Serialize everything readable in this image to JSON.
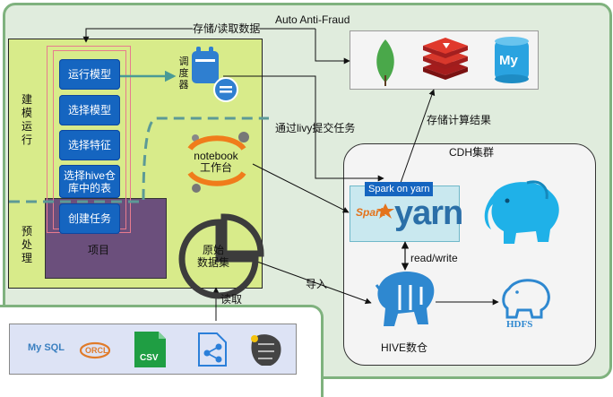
{
  "left_panel": {
    "label_top": [
      "建",
      "模",
      "运",
      "行"
    ],
    "label_bottom": [
      "预",
      "处",
      "理"
    ],
    "steps": [
      "运行模型",
      "选择模型",
      "选择特征",
      "选择hive仓库中的表",
      "创建任务"
    ],
    "project_label": "项目"
  },
  "scheduler": {
    "label_lines": [
      "调",
      "度",
      "器"
    ]
  },
  "notebook": {
    "label_line1": "notebook",
    "label_line2": "工作台"
  },
  "raw_data": {
    "label_line1": "原始",
    "label_line2": "数据集"
  },
  "edges": {
    "store_read": "存储/读取数据",
    "auto_fraud": "Auto Anti-Fraud",
    "livy": "通过livy提交任务",
    "store_results": "存储计算结果",
    "read_write": "read/write",
    "import": "导入",
    "read": "读取"
  },
  "cdh": {
    "title": "CDH集群",
    "spark_on_yarn": "Spark on yarn",
    "yarn_logo_text": "yarn",
    "spark_logo_text": "Spark",
    "hive_label": "HIVE数仓",
    "hdfs_text": "HDFS"
  },
  "sources": {
    "mysql": "My SQL",
    "oracle": "ORCL",
    "csv": "CSV"
  },
  "storage": {
    "mysql_badge": "My"
  },
  "colors": {
    "outer_green": "#7fb27e",
    "outer_fill": "#e0ecdd",
    "panel_fill": "#d8eb8a",
    "button_blue": "#1565c0",
    "project_fill": "#6b4f7c",
    "spark_box": "#c9e8ef",
    "spark_tag": "#1565c0"
  }
}
